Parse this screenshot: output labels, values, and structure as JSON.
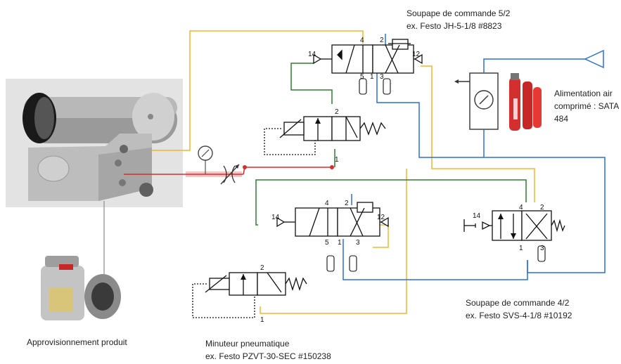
{
  "labels": {
    "valve_52": {
      "line1": "Soupape de commande 5/2",
      "line2": "ex. Festo JH-5-1/8 #8823"
    },
    "air_supply": {
      "line1": "Alimentation air",
      "line2": "comprimé : SATA",
      "line3": "484"
    },
    "valve_42": {
      "line1": "Soupape de commande 4/2",
      "line2": "ex. Festo SVS-4-1/8 #10192"
    },
    "product_supply": "Approvisionnement produit",
    "timer": {
      "line1": "Minuteur pneumatique",
      "line2": "ex. Festo PZVT-30-SEC #150238"
    }
  },
  "ports": {
    "top_valve": {
      "p14": "14",
      "p4": "4",
      "p2": "2",
      "p12": "12",
      "p5": "5",
      "p1": "1",
      "p3": "3"
    },
    "mid_valve": {
      "p14": "14",
      "p4": "4",
      "p2": "2",
      "p12": "12",
      "p5": "5",
      "p1": "1",
      "p3": "3"
    },
    "right_valve": {
      "p14": "14",
      "p4": "4",
      "p2": "2",
      "p1": "1",
      "p3": "3"
    },
    "upper_timer": {
      "p2": "2",
      "p1": "1"
    },
    "lower_timer": {
      "p2": "2",
      "p1": "1"
    }
  },
  "colors": {
    "yellow_line": "#f2b632",
    "green_line": "#2e7d32",
    "blue_line": "#2a6fd6",
    "red_line": "#d32f2f",
    "symbol": "#111111"
  }
}
